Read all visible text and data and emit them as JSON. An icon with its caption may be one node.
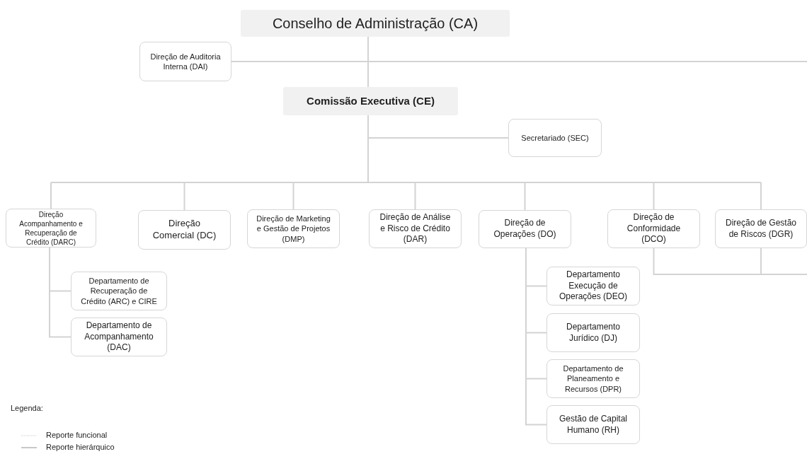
{
  "diagram": {
    "nodes": [
      {
        "text": [
          "Conselho de Administração (CA)"
        ]
      },
      {
        "text": [
          "Direção de Auditoria Interna (DAI)"
        ]
      },
      {
        "text": [
          "Comissão Executiva (CE)"
        ]
      },
      {
        "text": [
          "Secretariado (SEC)"
        ]
      },
      {
        "text": [
          "Direção Acompanhamento e Recuperação de Crédito (DARC)"
        ]
      },
      {
        "text": [
          "Direção Comercial (DC)"
        ]
      },
      {
        "text": [
          "Direção de Marketing e Gestão de Projetos (DMP)"
        ]
      },
      {
        "text": [
          "Direção de Análise e Risco de Crédito (DAR)"
        ]
      },
      {
        "text": [
          "Direção de Operações (DO)"
        ]
      },
      {
        "text": [
          "Direção de Conformidade (DCO)"
        ]
      },
      {
        "text": [
          "Direção de Gestão de Riscos (DGR)"
        ]
      },
      {
        "text": [
          "Departamento de Recuperação de Crédito (ARC) e CIRE"
        ]
      },
      {
        "text": [
          "Departamento de Acompanhamento (DAC)"
        ]
      },
      {
        "text": [
          "Departamento Execução de Operações (DEO)"
        ]
      },
      {
        "text": [
          "Departamento Jurídico (DJ)"
        ]
      },
      {
        "text": [
          "Departamento de Planeamento e Recursos (DPR)"
        ]
      },
      {
        "text": [
          "Gestão de Capital Humano (RH)"
        ]
      }
    ],
    "edges": [
      {
        "from": 0,
        "to": 1,
        "arrow": "none"
      },
      {
        "from": 0,
        "to": null,
        "arrow": "none"
      },
      {
        "from": 0,
        "to": 2,
        "arrow": "none"
      },
      {
        "from": 2,
        "to": 3,
        "arrow": "none"
      },
      {
        "from": 2,
        "to": 4,
        "arrow": "none"
      },
      {
        "from": 2,
        "to": 5,
        "arrow": "none"
      },
      {
        "from": 2,
        "to": 6,
        "arrow": "none"
      },
      {
        "from": 2,
        "to": 7,
        "arrow": "none"
      },
      {
        "from": 2,
        "to": 8,
        "arrow": "none"
      },
      {
        "from": 2,
        "to": 9,
        "arrow": "none"
      },
      {
        "from": 2,
        "to": 10,
        "arrow": "none"
      },
      {
        "from": 4,
        "to": 11,
        "arrow": "none"
      },
      {
        "from": 4,
        "to": 12,
        "arrow": "none"
      },
      {
        "from": 8,
        "to": 13,
        "arrow": "none"
      },
      {
        "from": 8,
        "to": 14,
        "arrow": "none"
      },
      {
        "from": 8,
        "to": 15,
        "arrow": "none"
      },
      {
        "from": 8,
        "to": 16,
        "arrow": "none"
      },
      {
        "from": 9,
        "to": null,
        "arrow": "none"
      },
      {
        "from": 10,
        "to": null,
        "arrow": "none"
      }
    ],
    "labels": [
      "Legenda:"
    ],
    "legend": [
      {
        "text": "Reporte funcional"
      },
      {
        "text": "Reporte hierárquico"
      }
    ]
  }
}
